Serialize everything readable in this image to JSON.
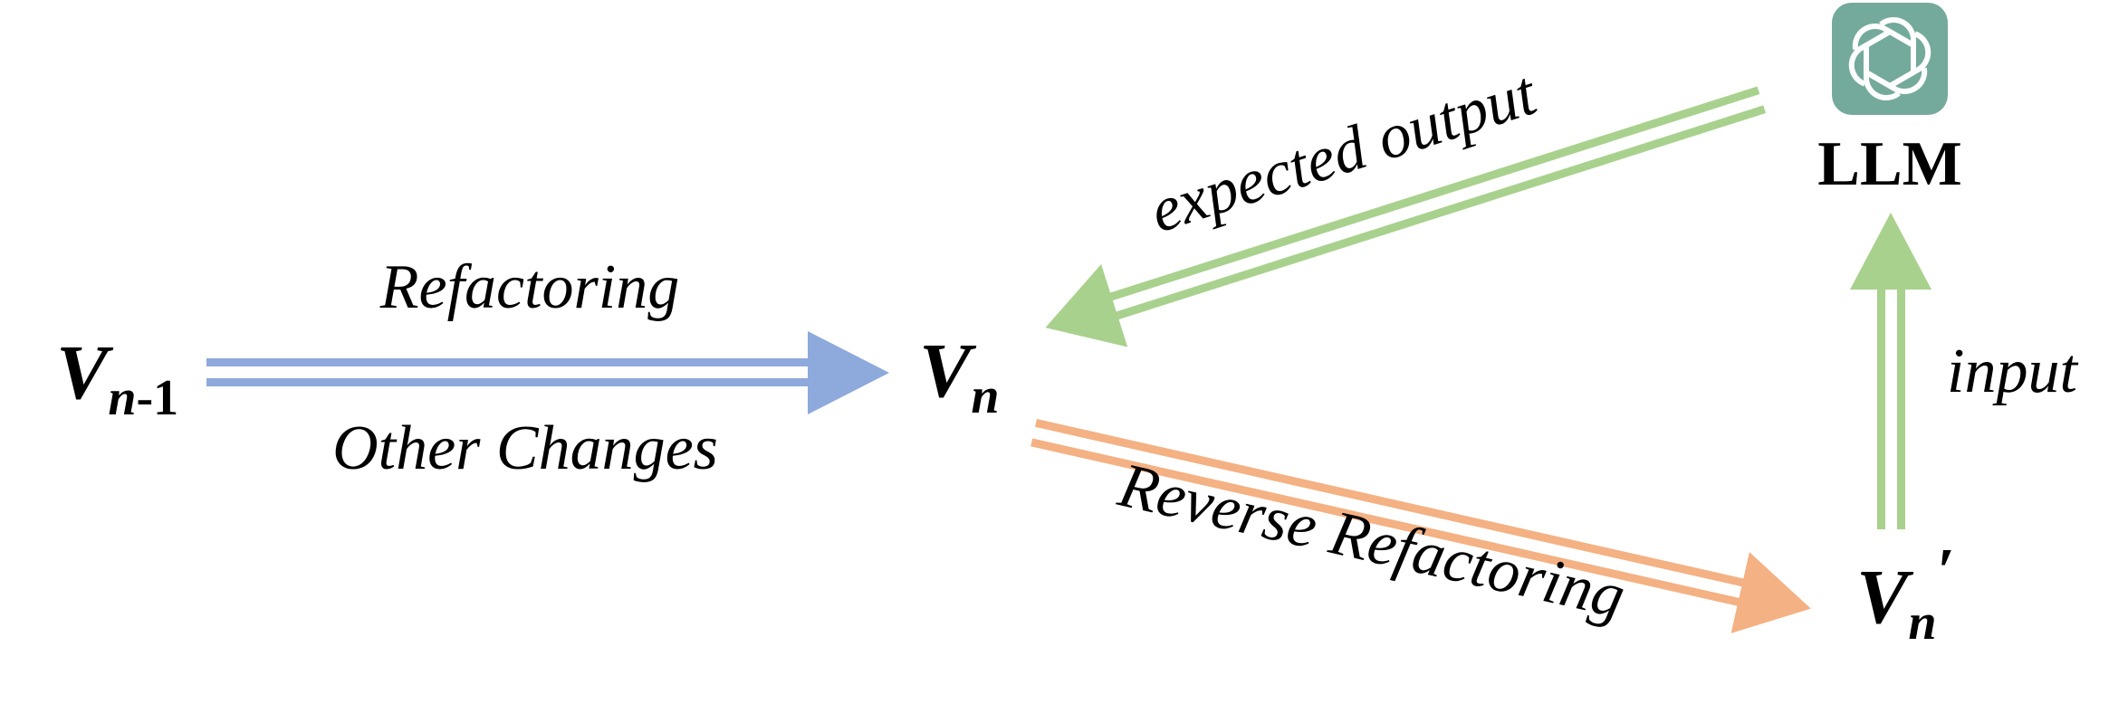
{
  "nodes": {
    "v_prev": {
      "base": "V",
      "sub_var": "n",
      "sub_rest": "-1"
    },
    "v_n": {
      "base": "V",
      "sub_var": "n"
    },
    "v_n_prime": {
      "base": "V",
      "sub_var": "n",
      "prime": "′"
    },
    "llm": {
      "label": "LLM",
      "icon": "openai-logo-icon"
    }
  },
  "edges": {
    "refactoring": {
      "label_top": "Refactoring",
      "label_bottom": "Other Changes",
      "color": "#8ea9db"
    },
    "reverse": {
      "label": "Reverse Refactoring",
      "color": "#f4b183"
    },
    "input": {
      "label": "input",
      "color": "#a9d18e"
    },
    "expected": {
      "label": "expected output",
      "color": "#a9d18e"
    }
  },
  "colors": {
    "logo_bg": "#74aa9c",
    "logo_fg": "#ffffff"
  }
}
